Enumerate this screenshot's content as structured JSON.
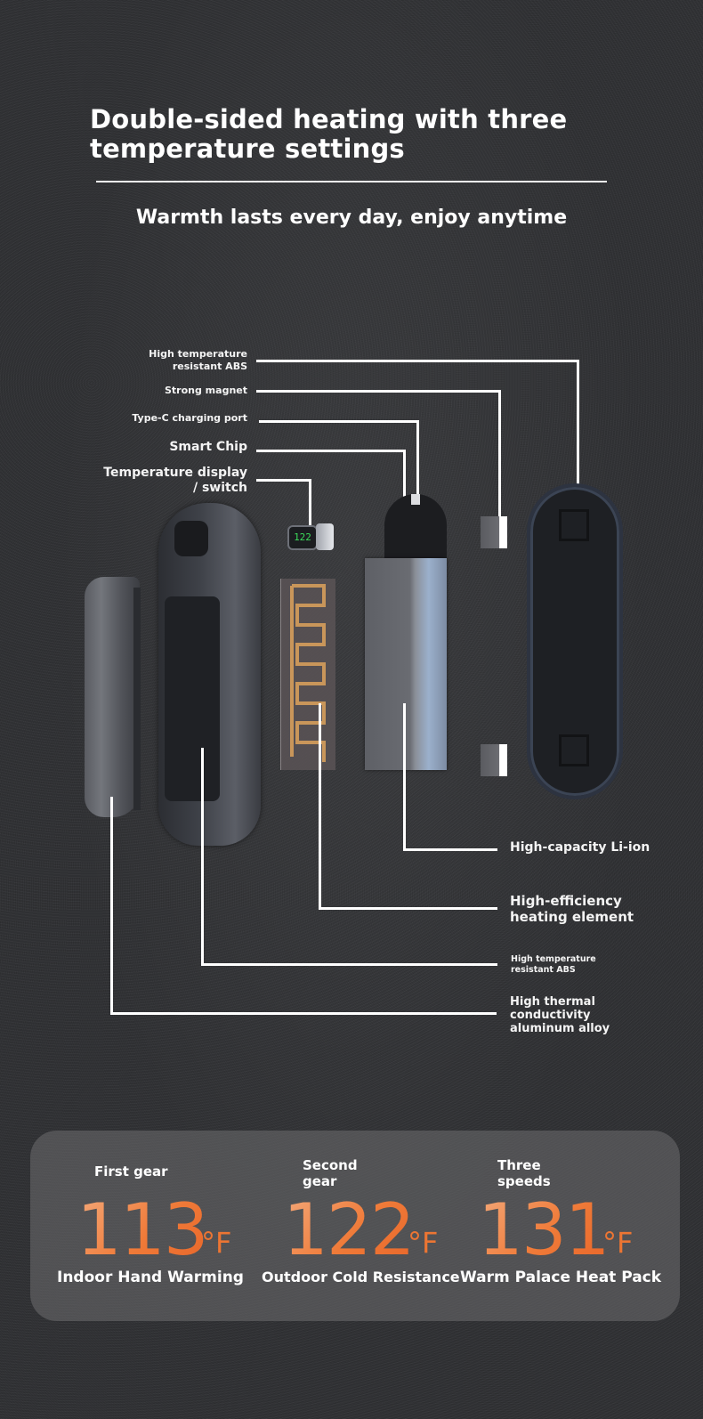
{
  "header": {
    "title_line1": "Double-sided heating with three",
    "title_line2": "temperature settings",
    "subtitle": "Warmth lasts every day, enjoy anytime"
  },
  "diagram": {
    "left_labels": [
      {
        "line1": "High temperature",
        "line2": "resistant ABS"
      },
      {
        "line1": "Strong magnet"
      },
      {
        "line1": "Type-C charging port"
      },
      {
        "line1": "Smart Chip"
      },
      {
        "line1": "Temperature display",
        "line2": "/ switch"
      }
    ],
    "right_labels": [
      {
        "line1": "High-capacity Li-ion"
      },
      {
        "line1": "High-efficiency",
        "line2": "heating element"
      },
      {
        "line1": "High temperature",
        "line2": "resistant ABS"
      },
      {
        "line1": "High thermal",
        "line2": "conductivity",
        "line3": "aluminum alloy"
      }
    ],
    "display_reading": "122",
    "display_color": "#3cdc5a",
    "heating_trace_color": "#c9965a"
  },
  "gears": [
    {
      "title_line1": "First gear",
      "title_line2": "",
      "value": "113",
      "unit": "°F",
      "description": "Indoor Hand Warming"
    },
    {
      "title_line1": "Second",
      "title_line2": "gear",
      "value": "122",
      "unit": "°F",
      "description": "Outdoor Cold Resistance"
    },
    {
      "title_line1": "Three",
      "title_line2": "speeds",
      "value": "131",
      "unit": "°F",
      "description": "Warm Palace Heat Pack"
    }
  ],
  "colors": {
    "accent_orange": "#ec7533",
    "background": "#2f3033",
    "panel": "#5a5a5c"
  }
}
